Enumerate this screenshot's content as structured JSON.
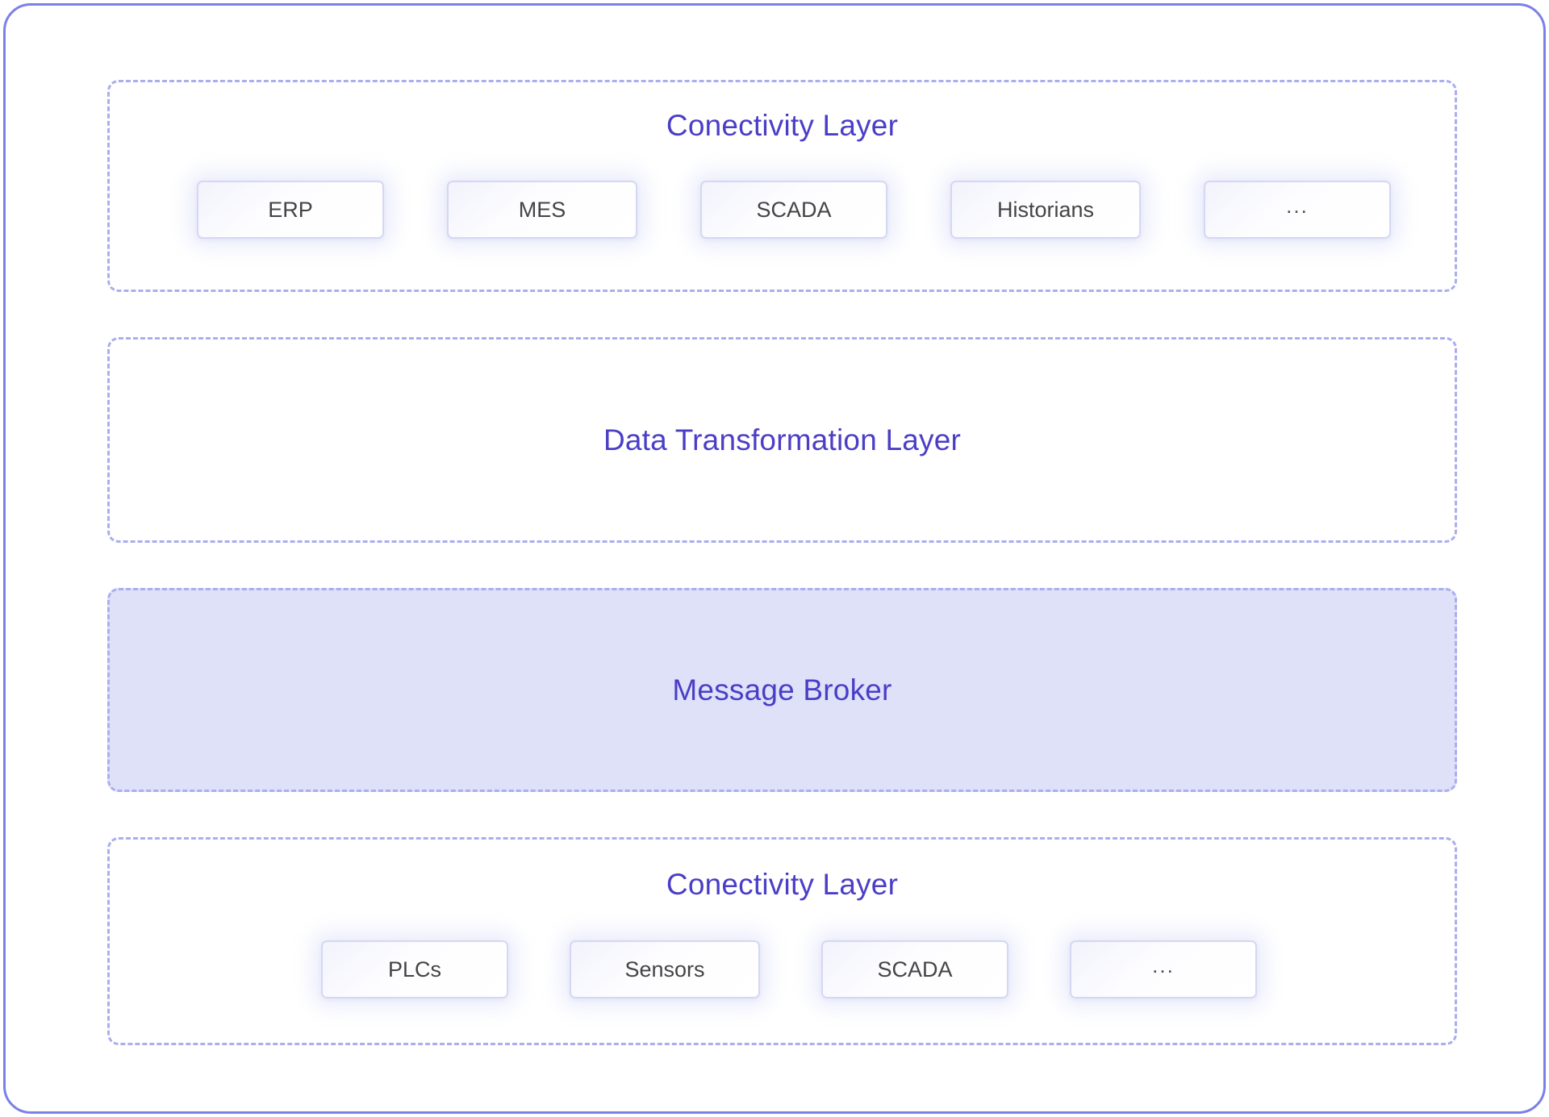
{
  "diagram": {
    "frame": {
      "border_color": "#7b80e8",
      "background": "#ffffff"
    },
    "accent_colors": {
      "title_purple": "#4a3ec6",
      "dashed_border": "#a9aeee",
      "broker_fill": "#dfe1f9",
      "node_border": "#d4d8f2",
      "node_text": "#444444"
    },
    "layers": [
      {
        "id": "connectivity-top",
        "title": "Conectivity Layer",
        "filled": false,
        "nodes": [
          {
            "label": "ERP"
          },
          {
            "label": "MES"
          },
          {
            "label": "SCADA"
          },
          {
            "label": "Historians"
          },
          {
            "label": "..."
          }
        ]
      },
      {
        "id": "data-transformation",
        "title": "Data Transformation Layer",
        "filled": false,
        "nodes": []
      },
      {
        "id": "message-broker",
        "title": "Message Broker",
        "filled": true,
        "nodes": []
      },
      {
        "id": "connectivity-bottom",
        "title": "Conectivity Layer",
        "filled": false,
        "nodes": [
          {
            "label": "PLCs"
          },
          {
            "label": "Sensors"
          },
          {
            "label": "SCADA"
          },
          {
            "label": "..."
          }
        ]
      }
    ]
  }
}
